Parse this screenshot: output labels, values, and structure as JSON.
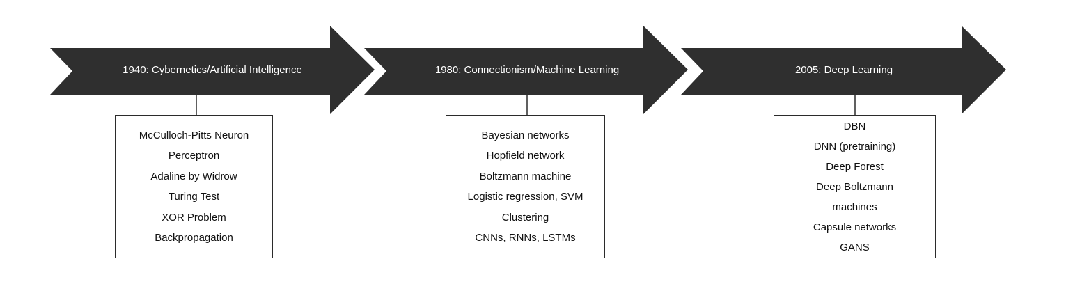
{
  "stages": [
    {
      "label": "1940: Cybernetics/Artificial Intelligence",
      "items": [
        "McCulloch-Pitts Neuron",
        "Perceptron",
        "Adaline by Widrow",
        "Turing Test",
        "XOR Problem",
        "Backpropagation"
      ]
    },
    {
      "label": "1980: Connectionism/Machine Learning",
      "items": [
        "Bayesian networks",
        "Hopfield network",
        "Boltzmann machine",
        "Logistic regression, SVM",
        "Clustering",
        "CNNs, RNNs, LSTMs"
      ]
    },
    {
      "label": "2005: Deep Learning",
      "items": [
        "DBN",
        "DNN (pretraining)",
        "Deep Forest",
        "Deep Boltzmann",
        "machines",
        "Capsule networks",
        "GANS"
      ]
    }
  ],
  "colors": {
    "arrow_fill": "#2f2f2f",
    "arrow_text": "#ffffff",
    "box_border": "#2b2b2b",
    "connector": "#2b2b2b"
  }
}
